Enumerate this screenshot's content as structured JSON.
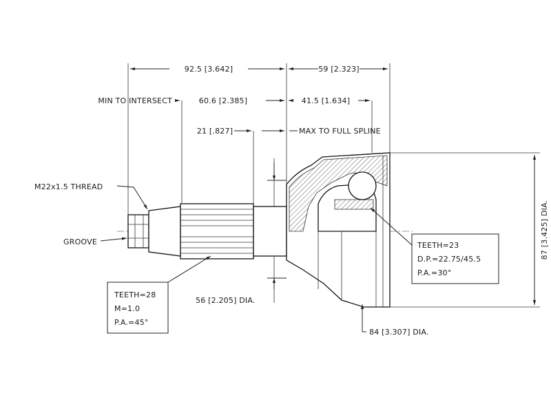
{
  "dimensions": {
    "overall_left": "92.5 [3.642]",
    "overall_right": "59 [2.323]",
    "min_to_intersect_label": "MIN TO INTERSECT",
    "min_to_intersect_value": "60.6 [2.385]",
    "max_to_full_spline_value": "41.5 [1.634]",
    "spline_small": "21 [.827]",
    "max_to_full_spline_label": "MAX TO FULL SPLINE",
    "height_dia": "87 [3.425] DIA.",
    "shaft_dia": "56 [2.205] DIA.",
    "outer_dia": "84 [3.307] DIA."
  },
  "labels": {
    "thread": "M22x1.5 THREAD",
    "groove": "GROOVE"
  },
  "spec_left": {
    "teeth": "TEETH=28",
    "module": "M=1.0",
    "pressure_angle": "P.A.=45°"
  },
  "spec_right": {
    "teeth": "TEETH=23",
    "diametral_pitch": "D.P.=22.75/45.5",
    "pressure_angle": "P.A.=30°"
  }
}
